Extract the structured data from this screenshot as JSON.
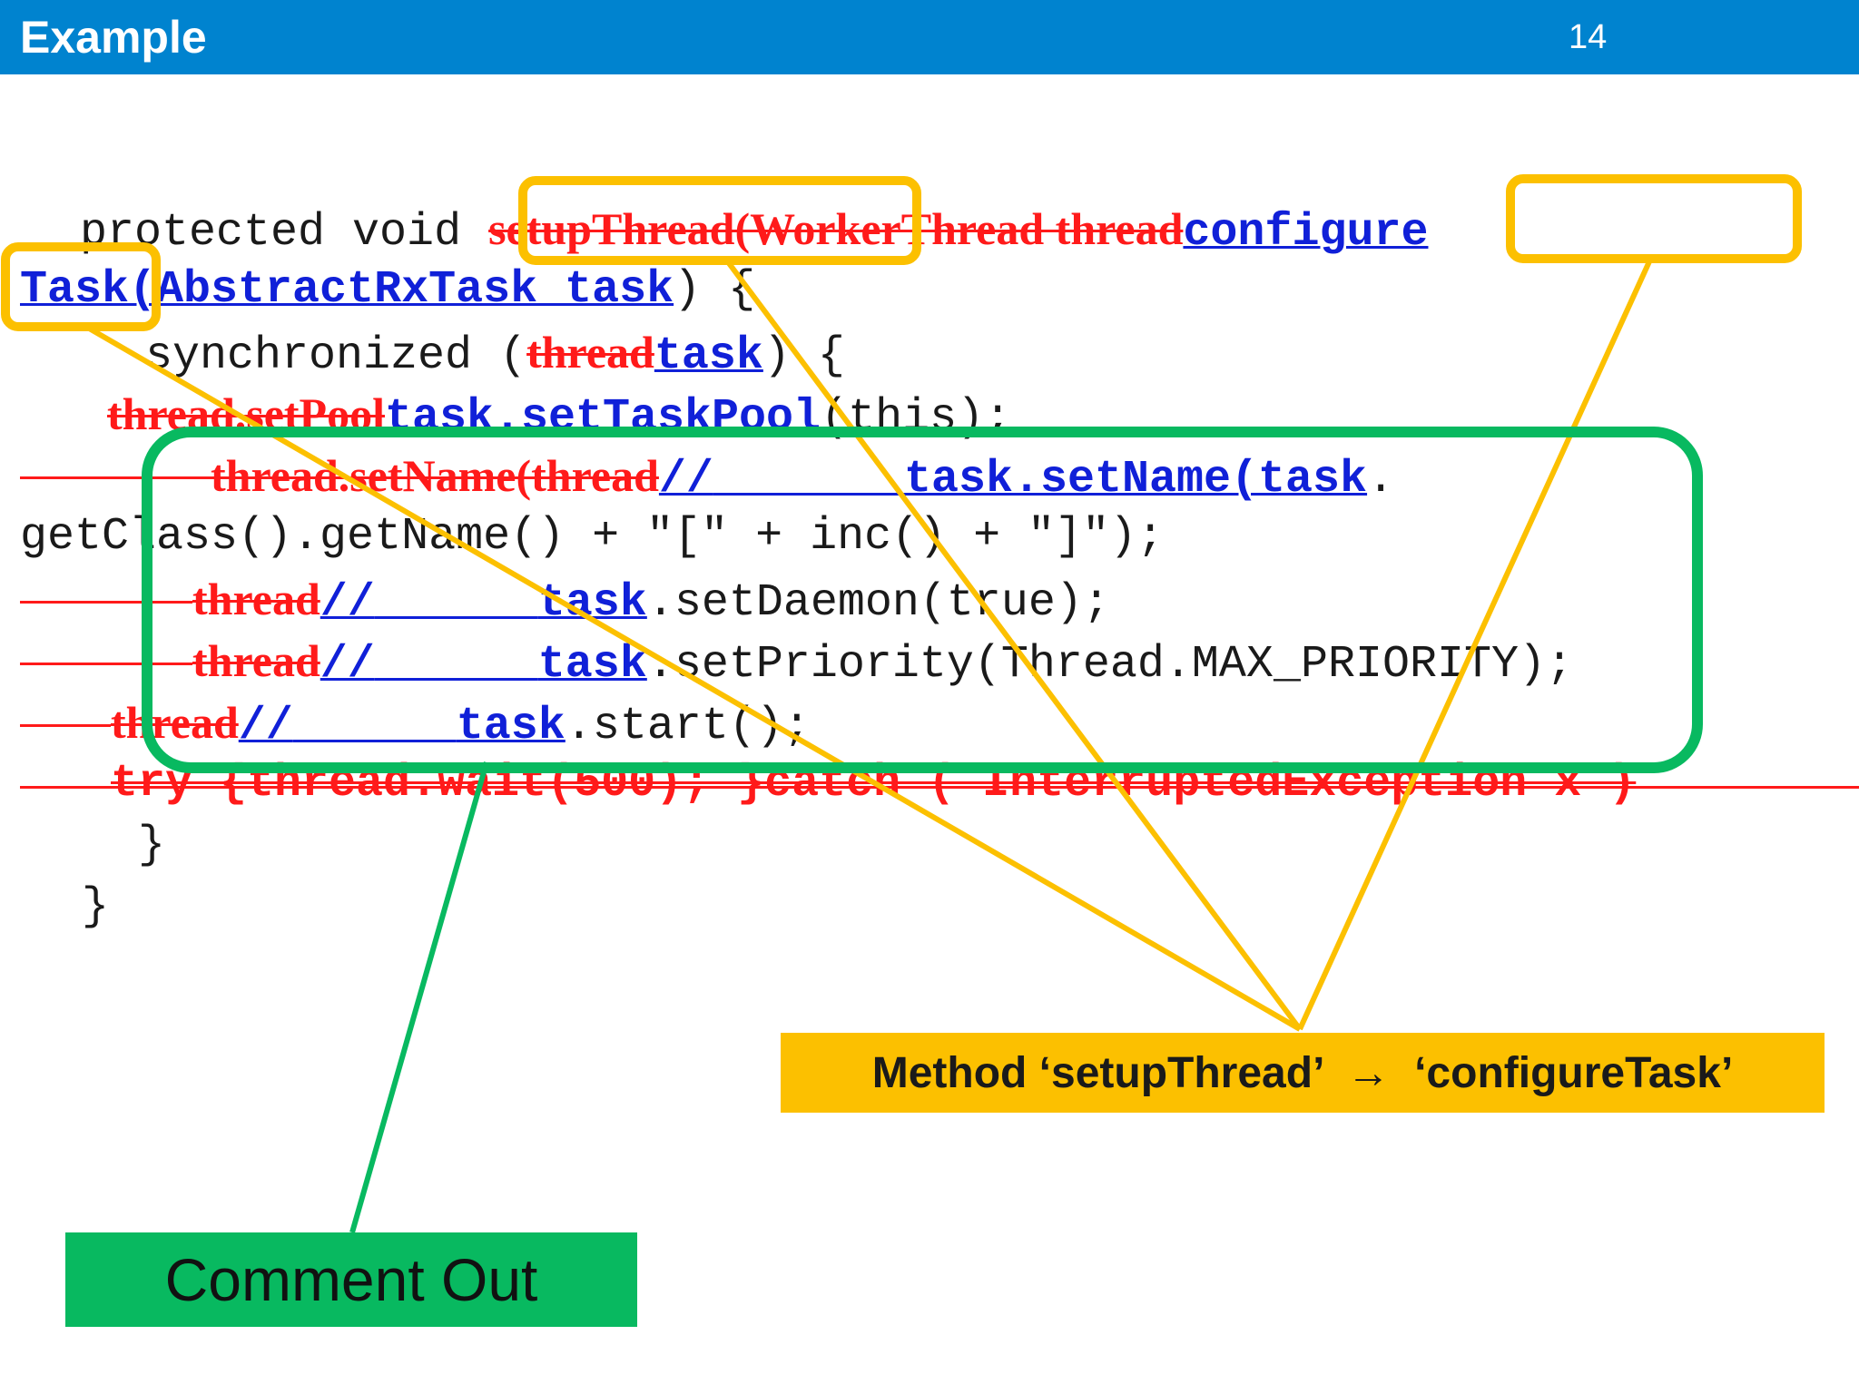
{
  "slide": {
    "title": "Example",
    "page_number": "14"
  },
  "code": {
    "l1_a": "protected void ",
    "l1_del": "setupThread(WorkerThread thread",
    "l1_ins": "configure",
    "l2_ins": "Task(AbstractRxTask task",
    "l2_b": ") {",
    "l3_a": "synchronized (",
    "l3_del": "thread",
    "l3_ins": "task",
    "l3_b": ") {",
    "l4_del": "thread.setPool",
    "l4_ins": "task.setTaskPool",
    "l4_b": "(this);",
    "l5_del": "thread.setName(thread",
    "l5_ins1": "//",
    "l5_ins2": "task.setName(task",
    "l5_b": ".",
    "l6_a": "getClass().getName() + \"[\" + inc() + \"]\");",
    "l7_del": "thread",
    "l7_ins1": "//",
    "l7_ins2": "task",
    "l7_b": ".setDaemon(true);",
    "l8_del": "thread",
    "l8_ins1": "//",
    "l8_ins2": "task",
    "l8_b": ".setPriority(Thread.MAX_PRIORITY);",
    "l9_del": "thread",
    "l9_ins1": "//",
    "l9_ins2": "task",
    "l9_b": ".start();",
    "l10_del": "try {thread.wait(500); }catch ( InterruptedException x )",
    "l11": "}",
    "l12": "}"
  },
  "callouts": {
    "rename_label": "Method ‘setupThread’  →  ‘configureTask’",
    "comment_label": "Comment Out"
  },
  "colors": {
    "header_bg": "#0083cf",
    "deleted_text": "#ff1a1a",
    "inserted_text": "#1020d8",
    "rename_highlight": "#fcc000",
    "comment_highlight": "#08b960"
  }
}
